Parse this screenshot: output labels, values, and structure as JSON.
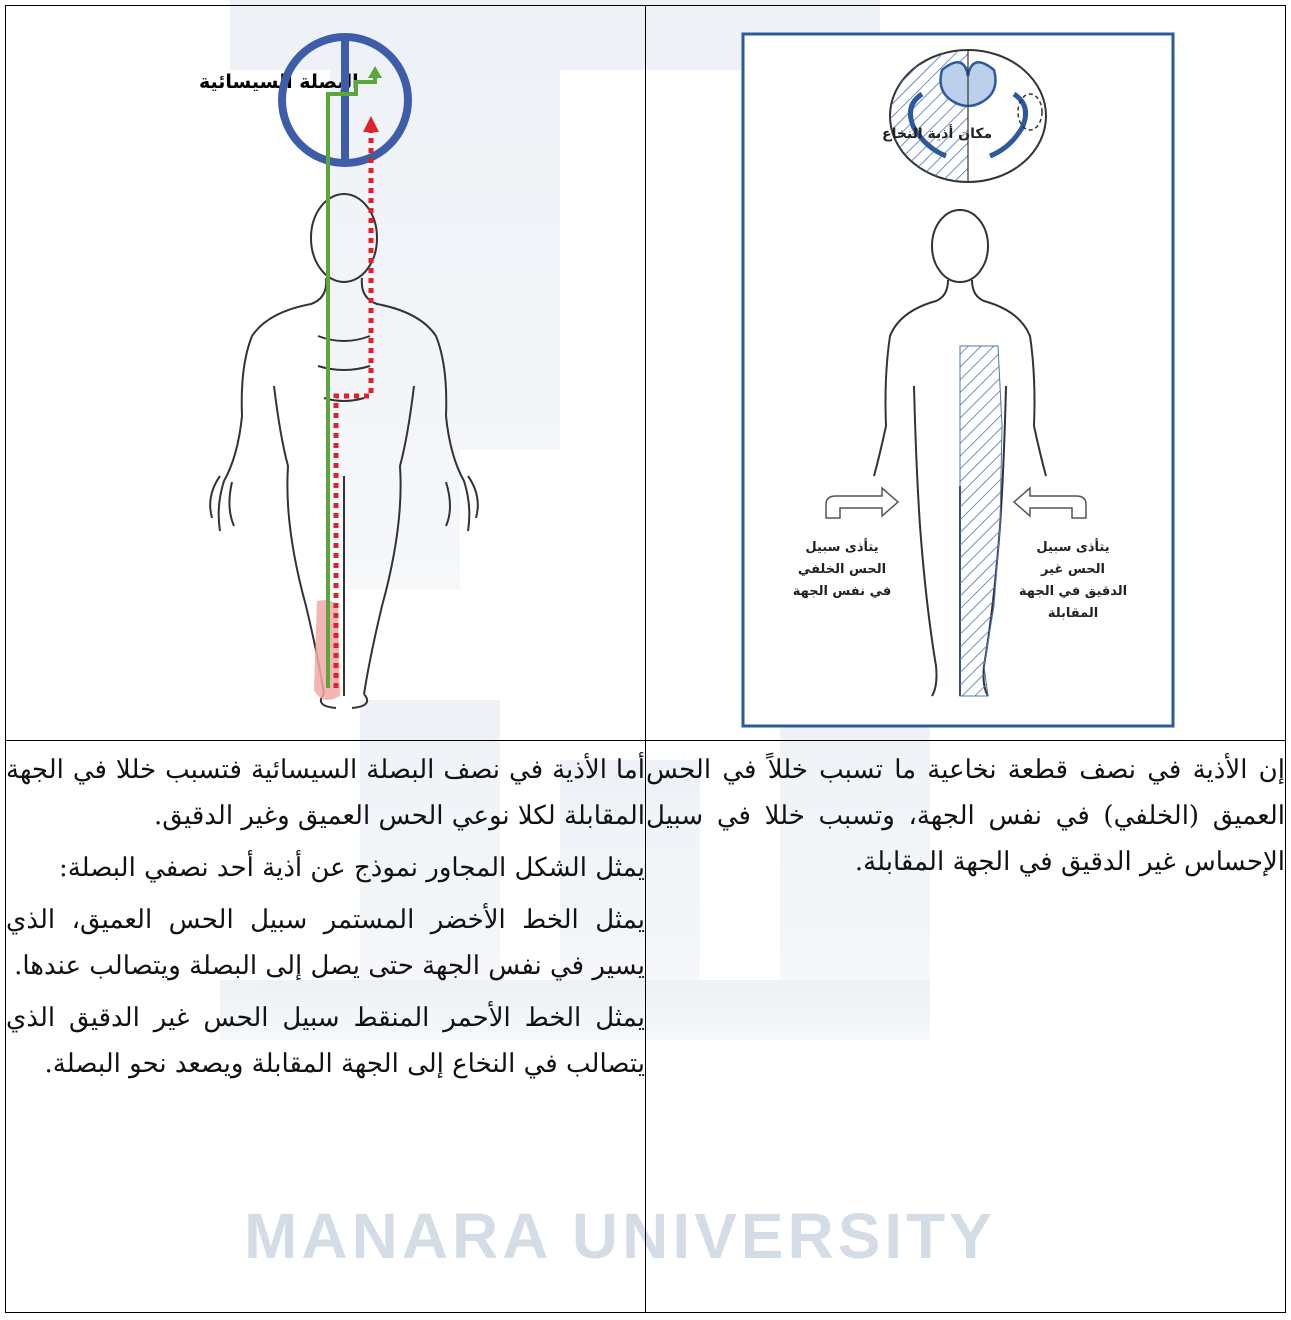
{
  "watermark": {
    "name": "MANARA UNIVERSITY",
    "color": "#cfd8e2"
  },
  "figures": {
    "compass": {
      "title": "البصلة السيسائية",
      "colors": {
        "circle": "#3e5da8",
        "deep_path": "#5aa83c",
        "pain_path": "#e0202a",
        "lesion_fill": "#f2a8a8"
      }
    },
    "spinal_injury": {
      "label_injury_site": "مكان أذية النخاع",
      "label_left": [
        "يتأذى سبيل",
        "الحس الخلفي",
        "في نفس الجهة"
      ],
      "label_right": [
        "يتأذى سبيل",
        "الحس غير",
        "الدقيق في الجهة",
        "المقابلة"
      ],
      "colors": {
        "frame": "#2d5a9a",
        "hatch": "#4a74b8"
      }
    }
  },
  "text": {
    "left_cell": [
      "أما الأذية في نصف البصلة السيسائية فتسبب خللا في الجهة المقابلة لكلا نوعي الحس العميق وغير الدقيق.",
      "يمثل الشكل المجاور نموذج عن أذية أحد نصفي البصلة:",
      "يمثل الخط الأخضر المستمر سبيل الحس العميق، الذي يسير في نفس الجهة حتى يصل إلى البصلة ويتصالب عندها.",
      "يمثل الخط الأحمر المنقط سبيل الحس غير الدقيق الذي يتصالب في النخاع إلى الجهة المقابلة ويصعد نحو البصلة."
    ],
    "right_cell": [
      "إن الأذية في نصف قطعة نخاعية ما تسبب خللاً في الحس العميق (الخلفي) في نفس الجهة، وتسبب خللا في سبيل الإحساس غير الدقيق في الجهة المقابلة."
    ]
  }
}
